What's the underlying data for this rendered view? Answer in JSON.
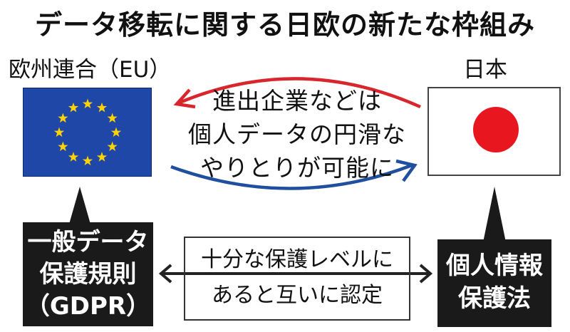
{
  "title": "データ移転に関する日欧の新たな枠組み",
  "eu": {
    "label": "欧州連合（EU）",
    "law_lines": [
      "一般データ",
      "保護規則",
      "（GDPR）"
    ]
  },
  "japan": {
    "label": "日本",
    "law_lines": [
      "個人情報",
      "保護法"
    ]
  },
  "exchange_text": [
    "進出企業などは",
    "個人データの円滑な",
    "やりとりが可能に"
  ],
  "mutual_text": [
    "十分な保護レベルに",
    "あると互いに認定"
  ],
  "colors": {
    "eu_flag_blue": "#1f47a8",
    "eu_star_yellow": "#ffd200",
    "japan_sun_red": "#e8171f",
    "arrow_red": "#d9252c",
    "arrow_blue": "#1f4f9e",
    "box_black": "#1a1a1a"
  },
  "icons": [
    "eu-flag-icon",
    "japan-flag-icon",
    "arrow-to-eu-icon",
    "arrow-to-japan-icon",
    "double-arrow-icon"
  ]
}
